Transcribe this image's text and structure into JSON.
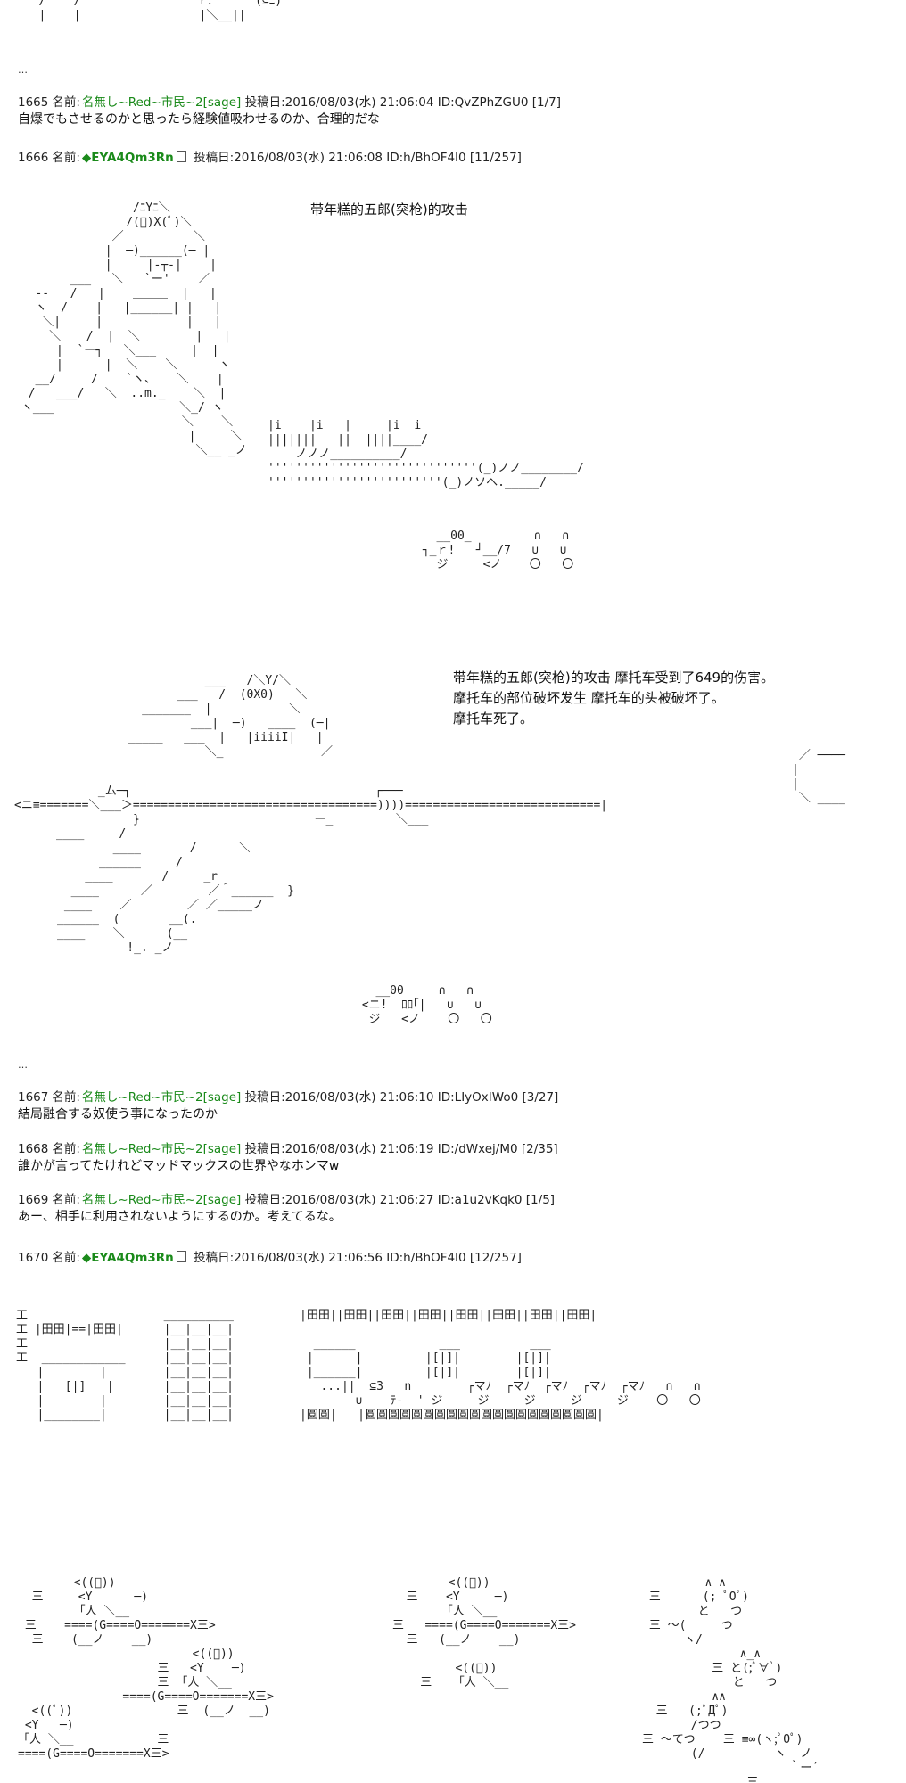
{
  "top_fragment": {
    "aa": "   /    /                 r.      (⊆ﾆ)\n   |    |                 |＼__||"
  },
  "separators": [
    "…",
    "…"
  ],
  "posts": [
    {
      "num": "1665",
      "name_label": "名前:",
      "name": "名無し~Red~市民~2",
      "mail": "[sage]",
      "date": "投稿日:2016/08/03(水) 21:06:04",
      "id": "ID:QvZPhZGU0 [1/7]",
      "body": "自爆でもさせるのかと思ったら経験値吸わせるのか、合理的だな"
    },
    {
      "num": "1666",
      "name_label": "名前:",
      "trip": "◆EYA4Qm3Rn",
      "date": "投稿日:2016/08/03(水) 21:06:08",
      "id": "ID:h/BhOF4I0 [11/257]"
    },
    {
      "num": "1667",
      "name_label": "名前:",
      "name": "名無し~Red~市民~2",
      "mail": "[sage]",
      "date": "投稿日:2016/08/03(水) 21:06:10",
      "id": "ID:LIyOxIWo0 [3/27]",
      "body": "結局融合する奴使う事になったのか"
    },
    {
      "num": "1668",
      "name_label": "名前:",
      "name": "名無し~Red~市民~2",
      "mail": "[sage]",
      "date": "投稿日:2016/08/03(水) 21:06:19",
      "id": "ID:/dWxej/M0 [2/35]",
      "body": "誰かが言ってたけれどマッドマックスの世界やなホンマw"
    },
    {
      "num": "1669",
      "name_label": "名前:",
      "name": "名無し~Red~市民~2",
      "mail": "[sage]",
      "date": "投稿日:2016/08/03(水) 21:06:27",
      "id": "ID:a1u2vKqk0 [1/5]",
      "body": "あー、相手に利用されないようにするのか。考えてるな。"
    },
    {
      "num": "1670",
      "name_label": "名前:",
      "trip": "◆EYA4Qm3Rn",
      "date": "投稿日:2016/08/03(水) 21:06:56",
      "id": "ID:h/BhOF4I0 [12/257]"
    }
  ],
  "captions": {
    "c1": "带年糕的五郎(突枪)的攻击",
    "c2_l1": "带年糕的五郎(突枪)的攻击  摩托车受到了649的伤害。",
    "c2_l2": "摩托车的部位破坏发生  摩托车的头被破坏了。",
    "c2_l3": "摩托车死了。"
  },
  "art": {
    "a1": "                 /ﾆYﾆ＼\n                /(ﾟ)X(ﾟ)＼\n              ／          ＼\n             |  ─)______(─ |\n             |     |-┬-|    |\n        ___   ＼   `ー'    ／\n   --   /   |    ＿＿＿  |   |\n   ヽ  /    |   |______| |   |\n    ＼|     |            |   |\n     ＼＿  /  |  ＼        |   |\n      |  `ー┐   ＼___     |  |\n      |      |  ＼    ＼      ヽ\n   __/     /    `ヽ、   ＼    |\n  /   ___/   ＼  ..m._    ＼  |\n ヽ___                  ＼_/ ヽ\n                        ＼    ＼\n                         |     ＼\n                          ＼__ _ノ",
    "a2": "|i    |i   |     |i  i\n|||||||   ||  ||||____/\n    ノノノ__________/\n''''''''''''''''''''''''''''''(_)ノノ________/\n'''''''''''''''''''''''''(_)ノソへ._____/",
    "a3": "   __00_         ∩   ∩\n ┐_ｒ!   ┘__/7   ∪   ∪\n   ジ     <ノ    〇   〇",
    "a4": "              ___   /＼Y/＼\n          ___   /  (0X0)   ＼\n     _______  |           ＼\n            ___|  ─)   ____  (─|\n   _____   ___  |   |iiiiI|   |\n              ＼_              ／",
    "a5": "            _ム─┐                                   ┌───\n<ニ≡=======＼___＞===================================))))============================|\n                 }                         ー_         ＼___\n      ____     /",
    "a6": " ／ ────\n|\n|\n ＼ ____",
    "a7": "        ____       /      ＼\n      ______     /\n    ____       /     _r\n  ____      ／        ／＾______  }\n ____    ／        ／ ／_____ノ\n______  (       __(.\n____    ＼      (__\n          !_. _ノ",
    "a8": "   __00     ∩   ∩\n <ニ!  ﾛﾛ｢|   ∪   ∪\n  ジ   <ノ    〇   〇",
    "a9": "工\n工 |田田|==|田田|\n工\n工  ____________\n   |        |\n   |   [|]   |\n   |        |\n   |________|",
    "a10": "  __________\n  |__|__|__|\n  |__|__|__|\n  |__|__|__|\n  |__|__|__|\n  |__|__|__|\n  |__|__|__|\n  |__|__|__|",
    "a11": "|田田||田田||田田||田田||田田||田田||田田||田田|\n\n  ______            ___          ___\n |      |         |[|]|        |[|]|\n |______|         |[|]|        |[|]|\n   ...||  ⊆3   n        ┌マﾉ  ┌マﾉ  ┌マﾉ  ┌マﾉ  ┌マﾉ   ∩   ∩\n        ∪    ﾃ-  ' ジ     ジ     ジ     ジ     ジ    〇   〇\n|圓圓|   |圓圓圓圓圓圓圓圓圓圓圓圓圓圓圓圓圓圓圓圓|",
    "a12": "        <((ﾟ))\n  三     <Y      ─)\n        「人 ＼__\n 三    ====(G====O=======X三>\n  三    (__ノ    __)\n                         <((ﾟ))\n                    三   <Y    ─)\n                    三 「人 ＼__\n               ====(G====O=======X三>\n  <((ﾟ))               三  (__ノ  __)\n <Y   ─)\n「人 ＼__            三\n====(G====O=======X三>",
    "a13": "        <((ﾟ))\n  三    <Y     ─)\n       「人 ＼__\n三   ====(G====O=======X三>\n  三   (__ノ    __)\n\n         <((ﾟ))\n    三   「人 ＼__",
    "a14": "         ∧ ∧\n 三      (; ﾟOﾟ)\n        と   つ\n 三 ～(     つ\n      ヽ/\n              ∧_∧\n          三 と(;ﾟ∀ﾟ)\n             と   つ\n          ∧∧\n  三   (;ﾟДﾟ)\n       /つつ\n三 〜てつ    三 ≡∞(ヽ;ﾟOﾟ)\n       (/          ヽ  ノ\n                     ｀ー´\n               三"
  }
}
